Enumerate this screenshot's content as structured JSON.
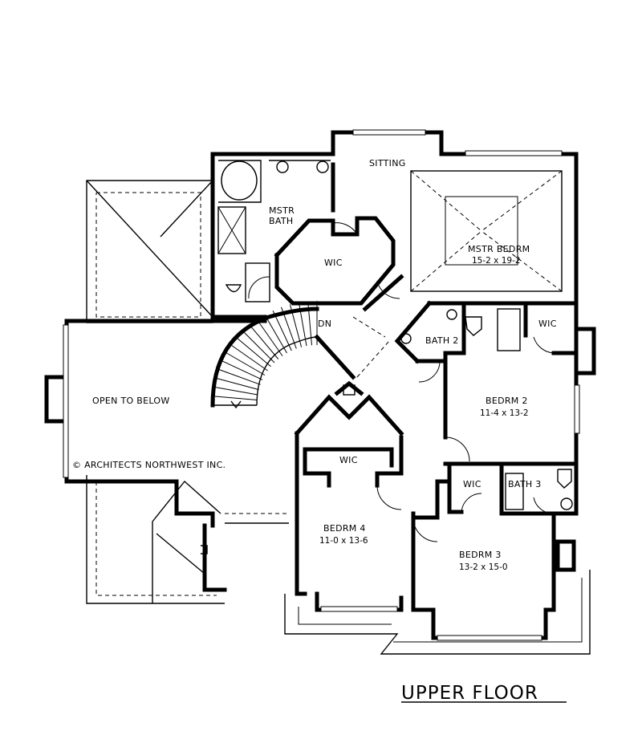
{
  "title": "UPPER FLOOR",
  "copyright": "© ARCHITECTS NORTHWEST INC.",
  "rooms": {
    "sitting": {
      "label": "SITTING"
    },
    "mstr_bath": {
      "label_line1": "MSTR",
      "label_line2": "BATH"
    },
    "wic_master": {
      "label": "WIC"
    },
    "mstr_bedrm": {
      "label": "MSTR BEDRM",
      "size": "15-2 x 19-2"
    },
    "dn": {
      "label": "DN"
    },
    "bath2": {
      "label": "BATH 2"
    },
    "wic_bedrm2": {
      "label": "WIC"
    },
    "open_to_below": {
      "label": "OPEN TO BELOW"
    },
    "bedrm2": {
      "label": "BEDRM 2",
      "size": "11-4 x 13-2"
    },
    "wic_bedrm4": {
      "label": "WIC"
    },
    "wic_bedrm3": {
      "label": "WIC"
    },
    "bath3": {
      "label": "BATH 3"
    },
    "bedrm4": {
      "label": "BEDRM 4",
      "size": "11-0 x 13-6"
    },
    "bedrm3": {
      "label": "BEDRM 3",
      "size": "13-2 x 15-0"
    }
  }
}
